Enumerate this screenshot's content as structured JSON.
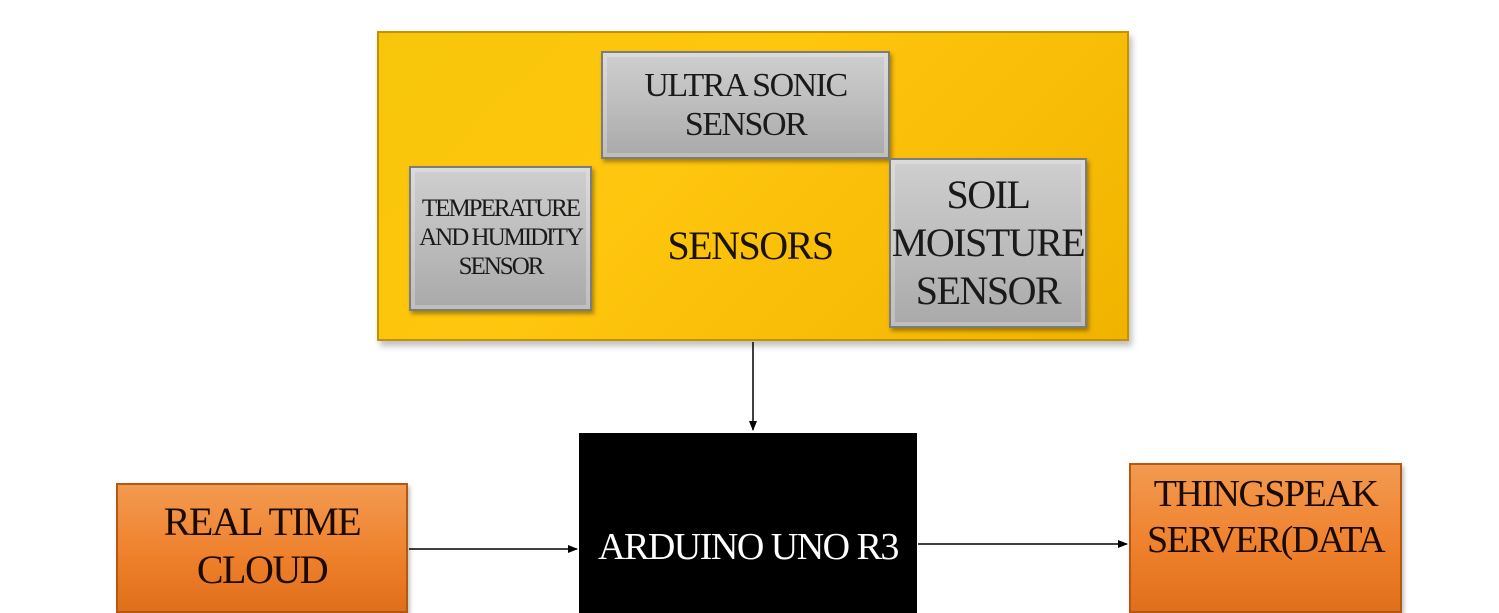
{
  "diagram": {
    "group": {
      "label": "SENSORS"
    },
    "sensors": {
      "ultrasonic": "ULTRA SONIC\nSENSOR",
      "temperature": "TEMPERATURE\nAND HUMIDITY\nSENSOR",
      "soil": "SOIL\nMOISTURE\nSENSOR"
    },
    "controller": "ARDUINO UNO R3",
    "left_block": "REAL TIME\nCLOUD",
    "right_block": "THINGSPEAK\nSERVER(DATA",
    "colors": {
      "group_fill": "#ffc60e",
      "sensor_fill": "#bdbdbd",
      "controller_fill": "#000000",
      "block_fill": "#ee7f2a"
    }
  }
}
